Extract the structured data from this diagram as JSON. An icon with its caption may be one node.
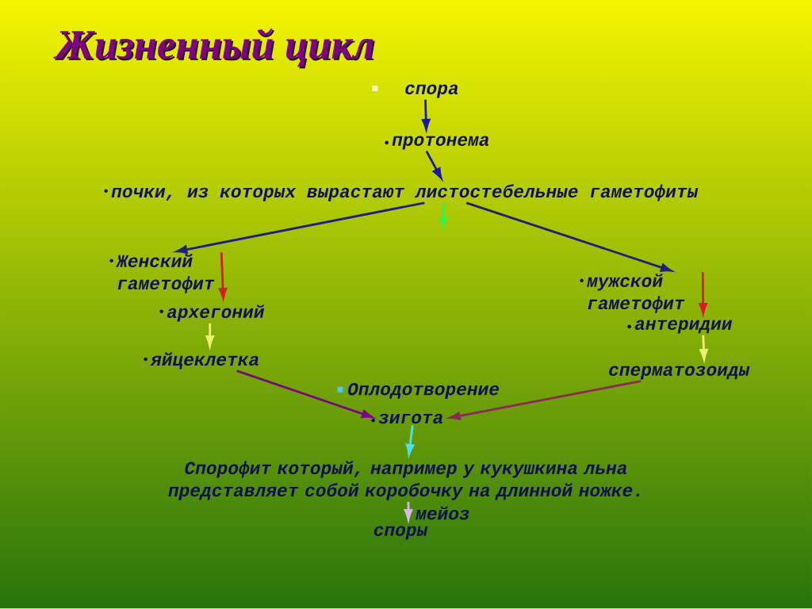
{
  "diagram": {
    "title": "Жизненный цикл",
    "nodes": [
      {
        "text": [
          "спора"
        ]
      },
      {
        "text": [
          "протонема"
        ]
      },
      {
        "text": [
          "почки, из которых вырастают листостебельные гаметофиты"
        ]
      },
      {
        "text": [
          "Женский гаметофит"
        ]
      },
      {
        "text": [
          "архегоний"
        ]
      },
      {
        "text": [
          "яйцеклетка"
        ]
      },
      {
        "text": [
          "мужской гаметофит"
        ]
      },
      {
        "text": [
          "антеридии"
        ]
      },
      {
        "text": [
          "сперматозоиды"
        ]
      },
      {
        "text": [
          "зигота"
        ]
      },
      {
        "text": [
          "Спорофит который, например у кукушкина льна представляет собой коробочку на длинной ножке."
        ]
      },
      {
        "text": [
          "споры"
        ]
      }
    ],
    "edges": [
      {
        "from": 0,
        "to": 1,
        "arrow": "to",
        "color": "#1a1a9a"
      },
      {
        "from": 1,
        "to": 2,
        "arrow": "to",
        "color": "#1a1a9a"
      },
      {
        "from": 2,
        "to": null,
        "arrow": "to",
        "color": "#40f040"
      },
      {
        "from": 2,
        "to": 3,
        "arrow": "to",
        "color": "#20207a"
      },
      {
        "from": 2,
        "to": 6,
        "arrow": "to",
        "color": "#20207a"
      },
      {
        "from": 3,
        "to": 4,
        "arrow": "to",
        "color": "#d02020"
      },
      {
        "from": 4,
        "to": 5,
        "arrow": "to",
        "color": "#f0f070"
      },
      {
        "from": 6,
        "to": 7,
        "arrow": "to",
        "color": "#d02020"
      },
      {
        "from": 7,
        "to": 8,
        "arrow": "to",
        "color": "#f0f070"
      },
      {
        "from": 5,
        "to": 9,
        "arrow": "to",
        "color": "#7a0a7a"
      },
      {
        "from": 8,
        "to": 9,
        "arrow": "to",
        "color": "#8a2a5a"
      },
      {
        "from": 9,
        "to": 10,
        "arrow": "to",
        "color": "#50e0e0"
      },
      {
        "from": 10,
        "to": 11,
        "arrow": "to",
        "color": "#d8b8e8",
        "label": "мейоз"
      }
    ],
    "labels": [
      "Оплодотворение"
    ]
  }
}
